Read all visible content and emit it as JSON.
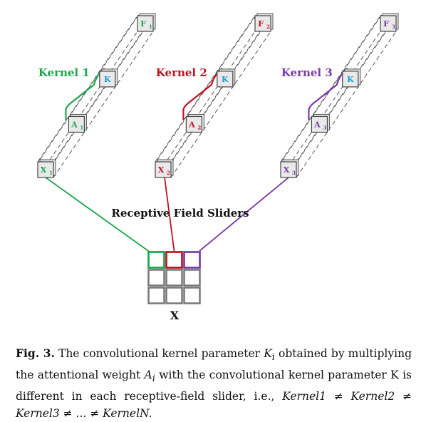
{
  "kernels": [
    {
      "label": "Kernel 1",
      "color": "#1aa84a",
      "x_node": "X",
      "x_sub": "1",
      "a_node": "A",
      "a_sub": "1",
      "k_node": "K",
      "f_node": "F",
      "f_sub": "1"
    },
    {
      "label": "Kernel 2",
      "color": "#c0121f",
      "x_node": "X",
      "x_sub": "2",
      "a_node": "A",
      "a_sub": "2",
      "k_node": "K",
      "f_node": "F",
      "f_sub": "2"
    },
    {
      "label": "Kernel 3",
      "color": "#7a3aa8",
      "x_node": "X",
      "x_sub": "3",
      "a_node": "A",
      "a_sub": "3",
      "k_node": "K",
      "f_node": "F",
      "f_sub": "3"
    }
  ],
  "k_color": "#1e9bd7",
  "sliders_label": "Receptive Field Sliders",
  "grid_label": "X",
  "caption": {
    "fig": "Fig. 3.",
    "t1": " The convolutional kernel parameter ",
    "ki": "K",
    "ki_sub": "i",
    "t2": " obtained by multiplying the attentional weight ",
    "ai": "A",
    "ai_sub": "i",
    "t3": " with the convolutional kernel parameter K is different in each receptive-field slider, i.e., ",
    "eq": "Kernel1 ≠ Kernel2 ≠ Kernel3 ≠ ... ≠ KernelN."
  }
}
